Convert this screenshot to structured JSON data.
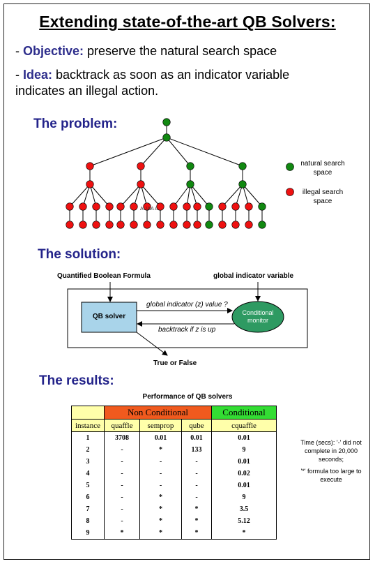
{
  "title": "Extending state-of-the-art QB Solvers:",
  "objective": {
    "prefix": "- ",
    "label": "Objective:",
    "text": " preserve the natural search space"
  },
  "idea": {
    "prefix": "- ",
    "label": "Idea:",
    "text": " backtrack as soon as an indicator variable",
    "text2": "indicates an illegal action."
  },
  "problem_heading": "The problem:",
  "legend": {
    "natural": "natural search space",
    "illegal": "illegal search space",
    "natural_color": "#118811",
    "illegal_color": "#ee1111"
  },
  "tree_label": "A\\ \\AA  A",
  "solution_heading": "The solution:",
  "diagram": {
    "qbf_label": "Quantified Boolean Formula",
    "giv_label": "global indicator variable",
    "solver_label": "QB solver",
    "monitor_label": "Conditional monitor",
    "arrow_top": "global indicator (z) value ?",
    "arrow_bottom": "backtrack if z is up",
    "output_label": "True or False"
  },
  "results_heading": "The results:",
  "table": {
    "title": "Performance of QB solvers",
    "group_nc": "Non Conditional",
    "group_c": "Conditional",
    "columns": [
      "instance",
      "quaffle",
      "semprop",
      "qube",
      "cquaffle"
    ],
    "rows": [
      [
        "1",
        "3708",
        "0.01",
        "0.01",
        "0.01"
      ],
      [
        "2",
        "-",
        "*",
        "133",
        "9"
      ],
      [
        "3",
        "-",
        "-",
        "-",
        "0.01"
      ],
      [
        "4",
        "-",
        "-",
        "-",
        "0.02"
      ],
      [
        "5",
        "-",
        "-",
        "-",
        "0.01"
      ],
      [
        "6",
        "-",
        "*",
        "-",
        "9"
      ],
      [
        "7",
        "-",
        "*",
        "*",
        "3.5"
      ],
      [
        "8",
        "-",
        "*",
        "*",
        "5.12"
      ],
      [
        "9",
        "*",
        "*",
        "*",
        "*"
      ]
    ],
    "colors": {
      "nc": "#f05a1e",
      "c": "#33dd33",
      "header": "#ffffaa"
    }
  },
  "note1": "Time (secs): '-' did not complete in 20,000 seconds;",
  "note2": "'*' formula too large to execute"
}
